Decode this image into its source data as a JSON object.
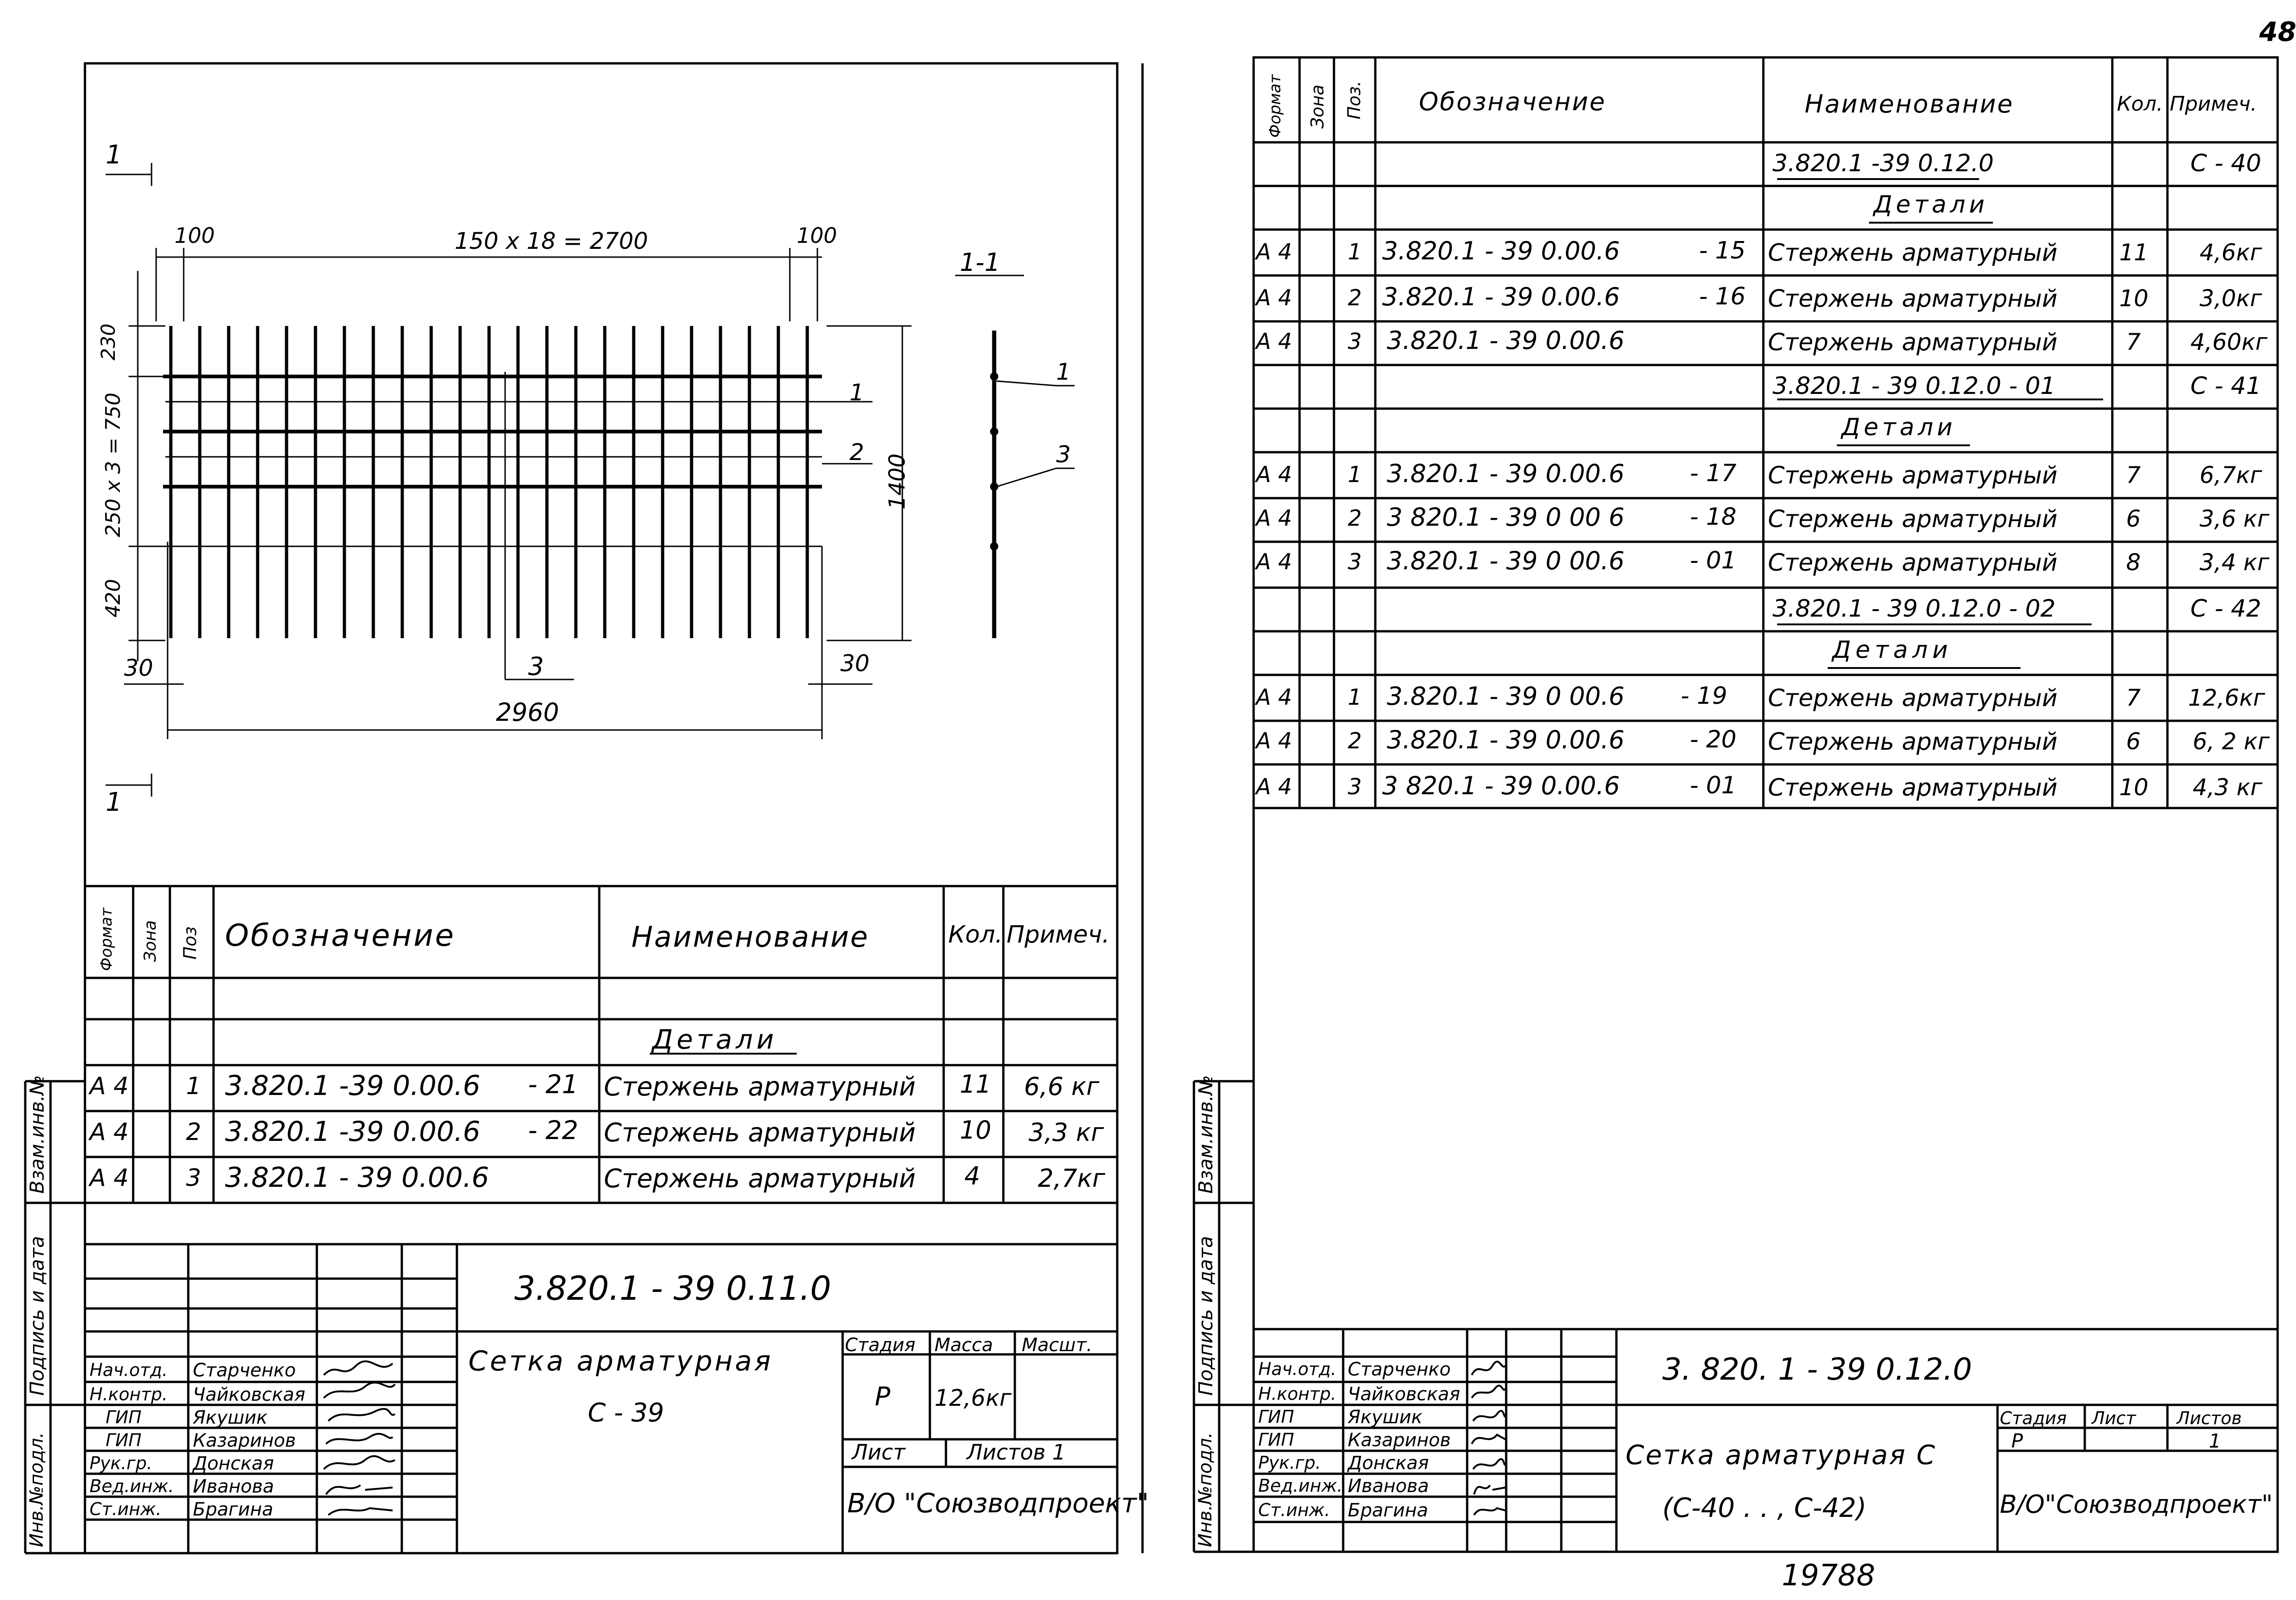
{
  "page_number": "48",
  "bottom_number": "19788",
  "left_sheet": {
    "drawing": {
      "section_mark_top": "1",
      "section_mark_bottom": "1",
      "dim_left_offset": "100",
      "dim_top_main": "150 x 18 = 2700",
      "dim_right_offset": "100",
      "dim_vert_230": "230",
      "dim_vert_mid": "250 x 3 = 750",
      "dim_vert_420": "420",
      "dim_height": "1400",
      "dim_30_left": "30",
      "dim_30_right": "30",
      "dim_total": "2960",
      "leader_1": "1",
      "leader_2": "2",
      "leader_3": "3",
      "section_title": "1-1",
      "section_leader_1": "1",
      "section_leader_3": "3"
    },
    "spec": {
      "headers": {
        "format": "Формат",
        "zone": "Зона",
        "pos": "Поз",
        "designation": "Обозначение",
        "name": "Наименование",
        "qty": "Кол.",
        "note": "Примеч."
      },
      "section_label": "Детали",
      "rows": [
        {
          "format": "А 4",
          "pos": "1",
          "designation": "3.820.1 -39  0.00.6",
          "suffix": "- 21",
          "name": "Стержень арматурный",
          "qty": "11",
          "note": "6,6 кг"
        },
        {
          "format": "А 4",
          "pos": "2",
          "designation": "3.820.1 -39  0.00.6",
          "suffix": "- 22",
          "name": "Стержень арматурный",
          "qty": "10",
          "note": "3,3 кг"
        },
        {
          "format": "А 4",
          "pos": "3",
          "designation": "3.820.1  - 39  0.00.6",
          "suffix": "",
          "name": "Стержень арматурный",
          "qty": "4",
          "note": "2,7кг"
        }
      ]
    },
    "title_block": {
      "doc_code": "3.820.1 - 39   0.11.0",
      "title_line1": "Сетка  арматурная",
      "title_line2": "С - 39",
      "stage_label": "Стадия",
      "mass_label": "Масса",
      "scale_label": "Масшт.",
      "stage_value": "Р",
      "mass_value": "12,6кг",
      "sheet_label": "Лист",
      "sheets_label": "Листов 1",
      "org": "В/О \"Союзводпроект\"",
      "people": [
        {
          "role": "Нач.отд.",
          "name": "Старченко"
        },
        {
          "role": "Н.контр.",
          "name": "Чайковская"
        },
        {
          "role": "ГИП",
          "name": "Якушик"
        },
        {
          "role": "ГИП",
          "name": "Казаринов"
        },
        {
          "role": "Рук.гр.",
          "name": "Донская"
        },
        {
          "role": "Вед.инж.",
          "name": "Иванова"
        },
        {
          "role": "Ст.инж.",
          "name": "Брагина"
        }
      ]
    },
    "side_labels": {
      "inv_no": "Инв.№подл.",
      "sign_date": "Подпись и дата",
      "replace_inv": "Взам.инв.№"
    }
  },
  "right_sheet": {
    "spec": {
      "headers": {
        "format": "Формат",
        "zone": "Зона",
        "pos": "Поз.",
        "designation": "Обозначение",
        "name": "Наименование",
        "qty": "Кол.",
        "note": "Примеч."
      },
      "rows": [
        {
          "kind": "doc",
          "name": "3.820.1 -39    0.12.0",
          "note": "С - 40"
        },
        {
          "kind": "section",
          "name": "Детали"
        },
        {
          "kind": "item",
          "format": "А 4",
          "pos": "1",
          "designation": "3.820.1 - 39    0.00.6",
          "suffix": "- 15",
          "name": "Стержень арматурный",
          "qty": "11",
          "note": "4,6кг"
        },
        {
          "kind": "item",
          "format": "А 4",
          "pos": "2",
          "designation": "3.820.1 - 39    0.00.6",
          "suffix": "- 16",
          "name": "Стержень арматурный",
          "qty": "10",
          "note": "3,0кг"
        },
        {
          "kind": "item",
          "format": "А 4",
          "pos": "3",
          "designation": "3.820.1  - 39   0.00.6",
          "suffix": "",
          "name": "Стержень арматурный",
          "qty": "7",
          "note": "4,60кг"
        },
        {
          "kind": "doc",
          "name": "3.820.1 - 39   0.12.0 - 01",
          "note": "С - 41"
        },
        {
          "kind": "section",
          "name": "Детали"
        },
        {
          "kind": "item",
          "format": "А 4",
          "pos": "1",
          "designation": "3.820.1 - 39   0.00.6",
          "suffix": "- 17",
          "name": "Стержень арматурный",
          "qty": "7",
          "note": "6,7кг"
        },
        {
          "kind": "item",
          "format": "А 4",
          "pos": "2",
          "designation": "3 820.1  - 39  0 00 6",
          "suffix": "- 18",
          "name": "Стержень арматурный",
          "qty": "6",
          "note": "3,6 кг"
        },
        {
          "kind": "item",
          "format": "А 4",
          "pos": "3",
          "designation": "3.820.1 - 39   0 00.6",
          "suffix": "- 01",
          "name": "Стержень арматурный",
          "qty": "8",
          "note": "3,4 кг"
        },
        {
          "kind": "doc",
          "name": "3.820.1 - 39    0.12.0  - 02",
          "note": "С - 42"
        },
        {
          "kind": "section",
          "name": "Детали"
        },
        {
          "kind": "item",
          "format": "А 4",
          "pos": "1",
          "designation": "3.820.1 - 39  0 00.6",
          "suffix": "- 19",
          "name": "Стержень арматурный",
          "qty": "7",
          "note": "12,6кг"
        },
        {
          "kind": "item",
          "format": "А 4",
          "pos": "2",
          "designation": "3.820.1  - 39  0.00.6",
          "suffix": "- 20",
          "name": "Стержень арматурный",
          "qty": "6",
          "note": "6, 2 кг"
        },
        {
          "kind": "item",
          "format": "А 4",
          "pos": "3",
          "designation": "3 820.1 - 39    0.00.6",
          "suffix": "- 01",
          "name": "Стержень арматурный",
          "qty": "10",
          "note": "4,3 кг"
        }
      ]
    },
    "title_block": {
      "doc_code": "3. 820. 1  -  39    0.12.0",
      "title_line1": "Сетка  арматурная С",
      "title_line2": "(С-40 .   .  , С-42)",
      "stage_label": "Стадия",
      "sheet_label": "Лист",
      "sheets_label": "Листов",
      "stage_value": "Р",
      "sheets_value": "1",
      "org": "В/О\"Союзводпроект\"",
      "people": [
        {
          "role": "Нач.отд.",
          "name": "Старченко"
        },
        {
          "role": "Н.контр.",
          "name": "Чайковская"
        },
        {
          "role": "ГИП",
          "name": "Якушик"
        },
        {
          "role": "ГИП",
          "name": "Казаринов"
        },
        {
          "role": "Рук.гр.",
          "name": "Донская"
        },
        {
          "role": "Вед.инж.",
          "name": "Иванова"
        },
        {
          "role": "Ст.инж.",
          "name": "Брагина"
        }
      ]
    },
    "side_labels": {
      "inv_no": "Инв.№подл.",
      "sign_date": "Подпись и дата",
      "replace_inv": "Взам.инв.№"
    }
  }
}
